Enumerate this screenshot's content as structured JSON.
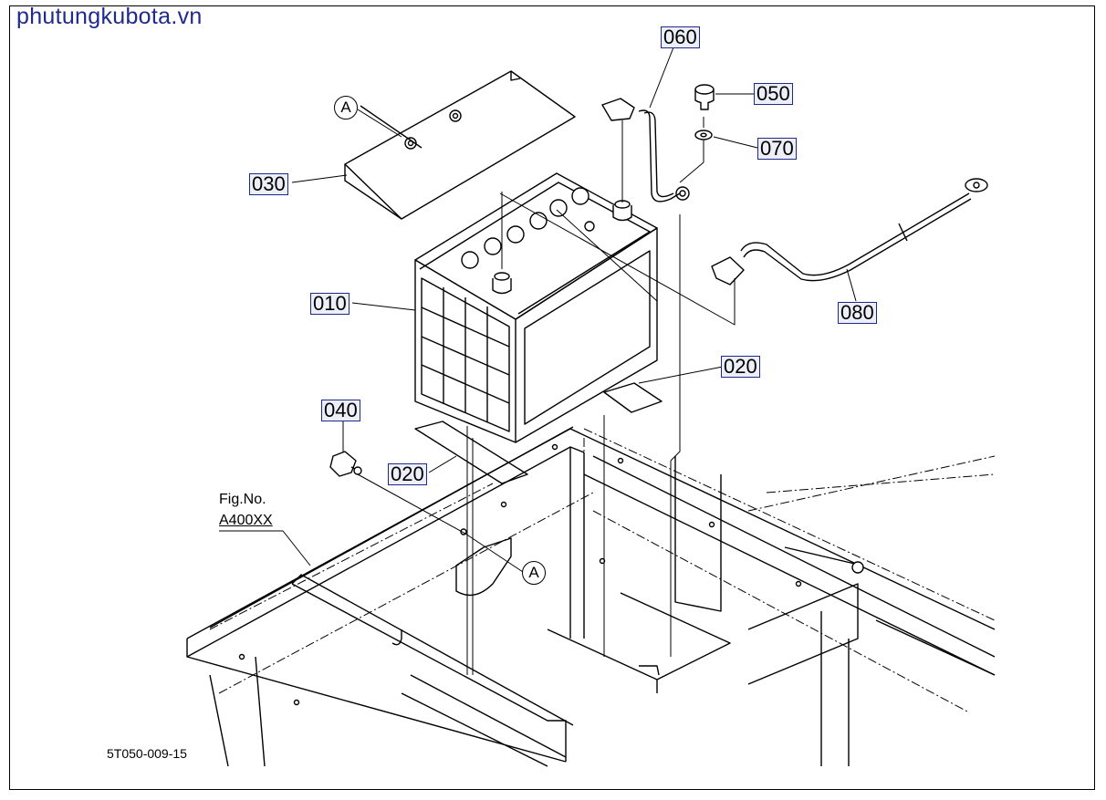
{
  "watermark": "phutungkubota.vn",
  "figure_ref": {
    "line1": "Fig.No.",
    "line2": "A400XX"
  },
  "drawing_code": "5T050-009-15",
  "detail_marker": "A",
  "parts": {
    "p010": "010",
    "p020a": "020",
    "p020b": "020",
    "p030": "030",
    "p040": "040",
    "p050": "050",
    "p060": "060",
    "p070": "070",
    "p080": "080"
  },
  "colors": {
    "label_border": "#1d2a8a",
    "label_fill": "#eceff7",
    "watermark": "#1f2a8c",
    "line": "#000000"
  }
}
